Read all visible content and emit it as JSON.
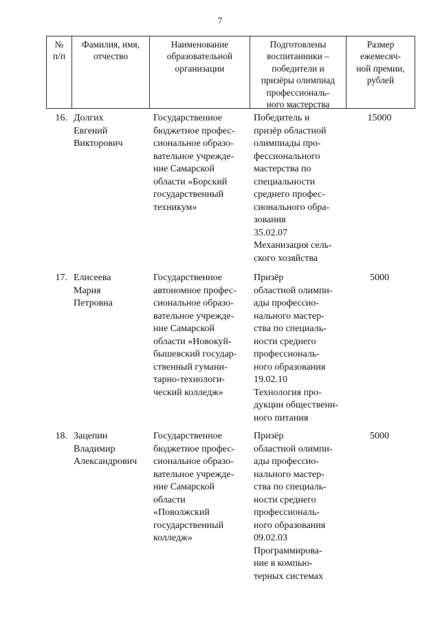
{
  "page_number": "7",
  "table": {
    "headers": [
      "№\nп/п",
      "Фамилия, имя,\nотчество",
      "Наименование\nобразовательной\nорганизации",
      "Подготовлены\nвоспитанники –\nпобедители и\nпризёры олимпиад\nпрофессиональ-\nного мастерства",
      "Размер\nежемесяч-\nной премии,\nрублей"
    ],
    "rows": [
      {
        "num": "16.",
        "name": "Долгих\nЕвгений\nВикторович",
        "org": "Государственное\nбюджетное профес-\nсиональное образо-\nвательное учрежде-\nние Самарской\nобласти «Борский\nгосударственный\nтехникум»",
        "achievement": "Победитель и\nпризёр областной\nолимпиады про-\nфессионального\nмастерства по\nспециальности\nсреднего профес-\nсионального обра-\nзования\n35.02.07\nМеханизация сель-\nского хозяйства",
        "amount": "15000"
      },
      {
        "num": "17.",
        "name": "Елисеева\nМария\nПетровна",
        "org": "Государственное\nавтономное профес-\nсиональное образо-\nвательное учрежде-\nние Самарской\nобласти «Новокуй-\nбышевский государ-\nственный гумани-\nтарно-технологи-\nческий колледж»",
        "achievement": "Призёр\nобластной олимпи-\nады профессио-\nнального мастер-\nства по специаль-\nности среднего\nпрофессиональ-\nного образования\n19.02.10\nТехнология про-\nдукции общественн-\nного питания",
        "amount": "5000"
      },
      {
        "num": "18.",
        "name": "Зацепин\nВладимир\nАлександрович",
        "org": "Государственное\nбюджетное профес-\nсиональное образо-\nвательное учрежде-\nние Самарской\nобласти\n«Поволжский\nгосударственный\nколледж»",
        "achievement": "Призёр\nобластной олимпи-\nады профессио-\nнального мастер-\nства по специаль-\nности среднего\nпрофессиональ-\nного образования\n09.02.03\nПрограммирова-\nние в компью-\nтерных системах",
        "amount": "5000"
      }
    ]
  }
}
